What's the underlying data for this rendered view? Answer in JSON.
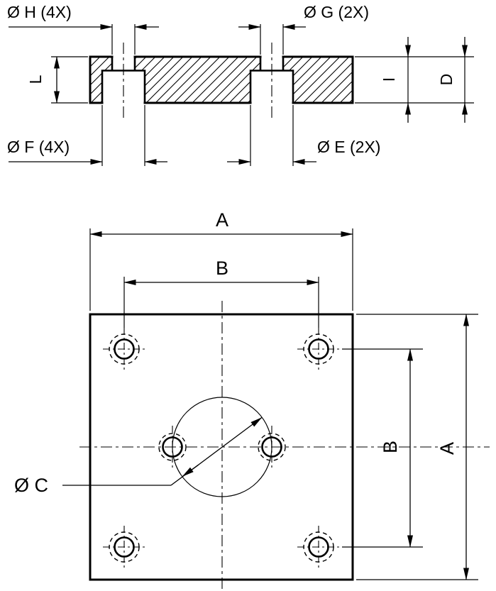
{
  "section_view": {
    "dim_labels": {
      "h": "Ø H (4X)",
      "g": "Ø G (2X)",
      "f": "Ø F (4X)",
      "e": "Ø E (2X)",
      "l": "L",
      "i": "I",
      "d": "D"
    }
  },
  "face_view": {
    "dim_labels": {
      "a_top": "A",
      "b_top": "B",
      "b_right": "B",
      "a_right": "A",
      "c": "Ø C"
    }
  },
  "colors": {
    "line": "#000000",
    "background": "#ffffff"
  }
}
